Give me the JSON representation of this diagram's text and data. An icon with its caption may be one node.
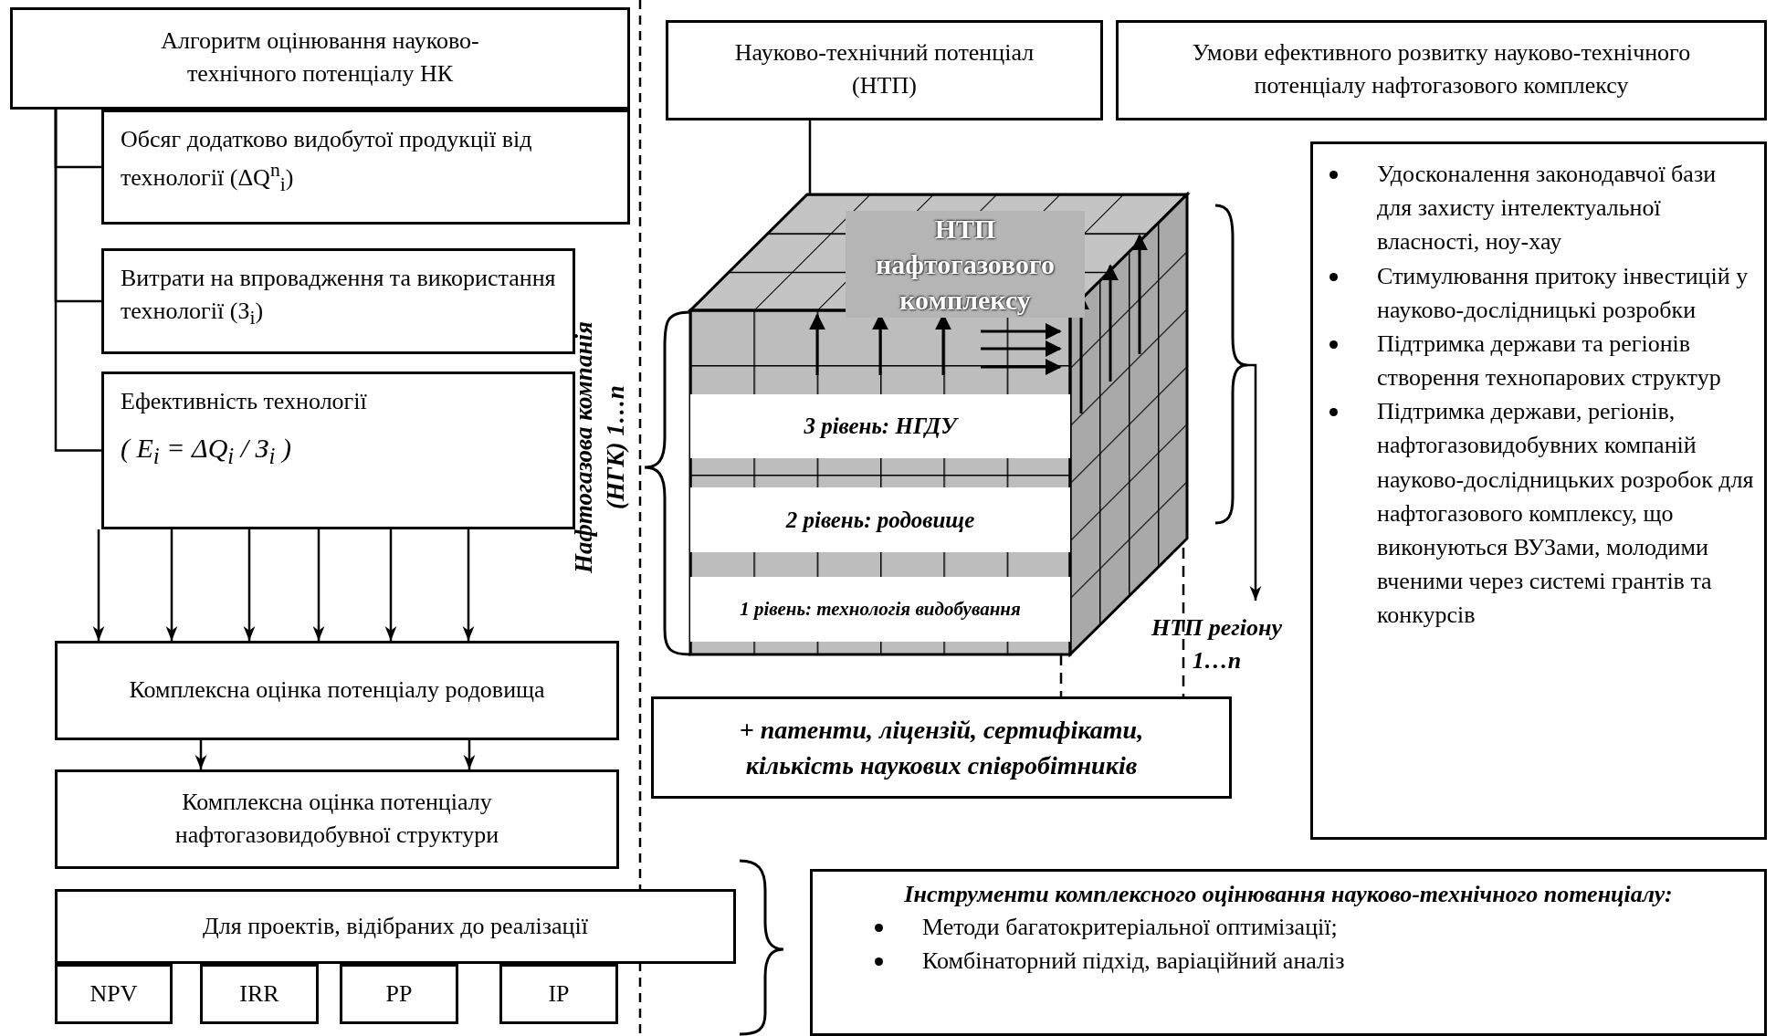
{
  "diagram": {
    "nodes": [
      {
        "text": [
          "Алгоритм оцінювання науково-технічного потенціалу НК"
        ]
      },
      {
        "text": [
          "Обсяг додатково видобутої продукції від технології (ΔQ$^{n}$$_{i}$)"
        ]
      },
      {
        "text": [
          "Витрати на впровадження та використання технології (З$_{i}$)"
        ]
      },
      {
        "text": [
          "Ефективність технології",
          "( E$_{i}$ = ΔQ$_{i}$ / З$_{i}$ )"
        ]
      },
      {
        "text": [
          "Комплексна оцінка потенціалу родовища"
        ]
      },
      {
        "text": [
          "Комплексна оцінка потенціалу нафтогазовидобувної структури"
        ]
      },
      {
        "text": [
          "Для проектів, відібраних до реалізації"
        ]
      },
      {
        "text": [
          "NPV"
        ]
      },
      {
        "text": [
          "IRR"
        ]
      },
      {
        "text": [
          "PP"
        ]
      },
      {
        "text": [
          "IP"
        ]
      },
      {
        "text": [
          "Науково-технічний потенціал (НТП)"
        ]
      },
      {
        "text": [
          "Умови ефективного розвитку науково-технічного потенціалу нафтогазового комплексу"
        ]
      },
      {
        "text": [
          "НТП нафтогазового комплексу"
        ]
      },
      {
        "text": [
          "3 рівень: НГДУ"
        ],
        "in": 13
      },
      {
        "text": [
          "2 рівень: родовище"
        ],
        "in": 13
      },
      {
        "text": [
          "1 рівень: технологія видобування"
        ],
        "in": 13
      },
      {
        "text": [
          "НТП регіону 1…n"
        ]
      },
      {
        "text": [
          "+ патенти, ліцензій, сертифікати, кількість наукових співробітників"
        ]
      },
      {
        "text": [
          "Удосконалення законодавчої бази для захисту інтелектуальної власності, ноу-хау",
          "Стимулювання притоку інвестицій у науково-дослідницькі розробки",
          "Підтримка держави та регіонів створення технопарових структур",
          "Підтримка держави, регіонів, нафтогазовидобувних компаній науково-дослідницьких розробок для нафтогазового комплексу, що виконуються ВУЗами, молодими вченими через системі грантів та конкурсів"
        ]
      },
      {
        "text": [
          "Інструменти комплексного оцінювання науково-технічного потенціалу:",
          "Методи багатокритеріальної оптимізації;",
          "Комбінаторний підхід, варіаційний аналіз"
        ]
      }
    ],
    "edges": [
      {
        "from": 0,
        "to": 1,
        "arrow": "none"
      },
      {
        "from": 0,
        "to": 2,
        "arrow": "none"
      },
      {
        "from": 0,
        "to": 3,
        "arrow": "none"
      },
      {
        "from": 3,
        "to": 4,
        "arrow": "to"
      },
      {
        "from": 3,
        "to": 4,
        "arrow": "to"
      },
      {
        "from": 3,
        "to": 4,
        "arrow": "to"
      },
      {
        "from": 3,
        "to": 4,
        "arrow": "to"
      },
      {
        "from": 3,
        "to": 4,
        "arrow": "to"
      },
      {
        "from": 3,
        "to": 4,
        "arrow": "to"
      },
      {
        "from": 4,
        "to": 5,
        "arrow": "to"
      },
      {
        "from": 4,
        "to": 5,
        "arrow": "to"
      },
      {
        "from": 11,
        "to": 13,
        "arrow": "none"
      },
      {
        "from": 13,
        "to": 17,
        "arrow": "to"
      },
      {
        "from": 13,
        "to": 18,
        "arrow": "none",
        "style": "dashed"
      },
      {
        "from": 13,
        "to": 18,
        "arrow": "none",
        "style": "dashed"
      }
    ],
    "labels": [
      "Нафтогазова компанія (НГК) 1…n"
    ]
  }
}
